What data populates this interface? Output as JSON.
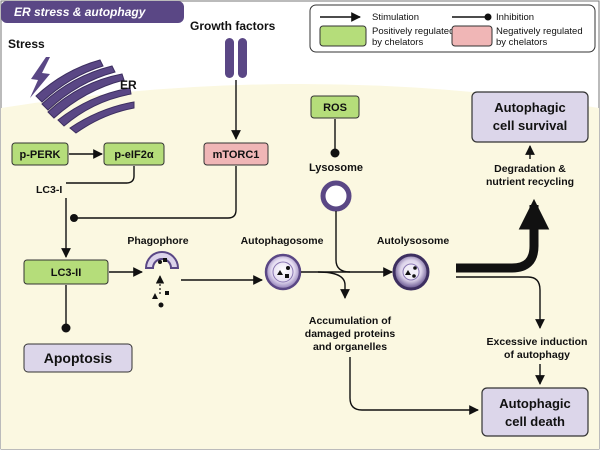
{
  "title": "ER stress & autophagy",
  "legend": {
    "stimulation": "Stimulation",
    "inhibition": "Inhibition",
    "positive": [
      "Positively regulated",
      "by chelators"
    ],
    "negative": [
      "Negatively regulated",
      "by chelators"
    ]
  },
  "labels": {
    "stress": "Stress",
    "er": "ER",
    "growth_factors": "Growth factors",
    "lc3i": "LC3-I",
    "phagophore": "Phagophore",
    "autophagosome": "Autophagosome",
    "lysosome": "Lysosome",
    "autolysosome": "Autolysosome",
    "degradation": [
      "Degradation &",
      "nutrient recycling"
    ],
    "accumulation": [
      "Accumulation of",
      "damaged proteins",
      "and organelles"
    ],
    "excessive": [
      "Excessive induction",
      "of autophagy"
    ]
  },
  "boxes": {
    "pperk": "p-PERK",
    "peif2a": "p-eIF2α",
    "mtorc1": "mTORC1",
    "ros": "ROS",
    "lc3ii": "LC3-II",
    "apoptosis": "Apoptosis",
    "survival": [
      "Autophagic",
      "cell survival"
    ],
    "death": [
      "Autophagic",
      "cell death"
    ]
  },
  "colors": {
    "background": "#fbf8e1",
    "green_box": "#b5dd7a",
    "red_box": "#f0b6b6",
    "purple": "#5a4785",
    "outcome_box": "#dcd6ea",
    "title_bar": "#5a4785"
  }
}
